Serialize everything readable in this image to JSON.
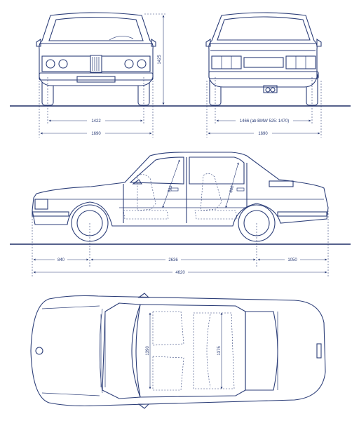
{
  "dimensions": {
    "front_height": "1425",
    "front_track": "1422",
    "front_width": "1690",
    "rear_track": "1466 (ab BMW 525: 1470)",
    "rear_width": "1690",
    "front_headroom": "935",
    "rear_headroom": "880",
    "front_overhang": "840",
    "wheelbase": "2636",
    "rear_overhang": "1050",
    "overall_length": "4620",
    "front_shoulder_width": "1390",
    "rear_shoulder_width": "1375"
  },
  "colors": {
    "ink": "#2c3e78",
    "ground": "#1f2d66"
  }
}
